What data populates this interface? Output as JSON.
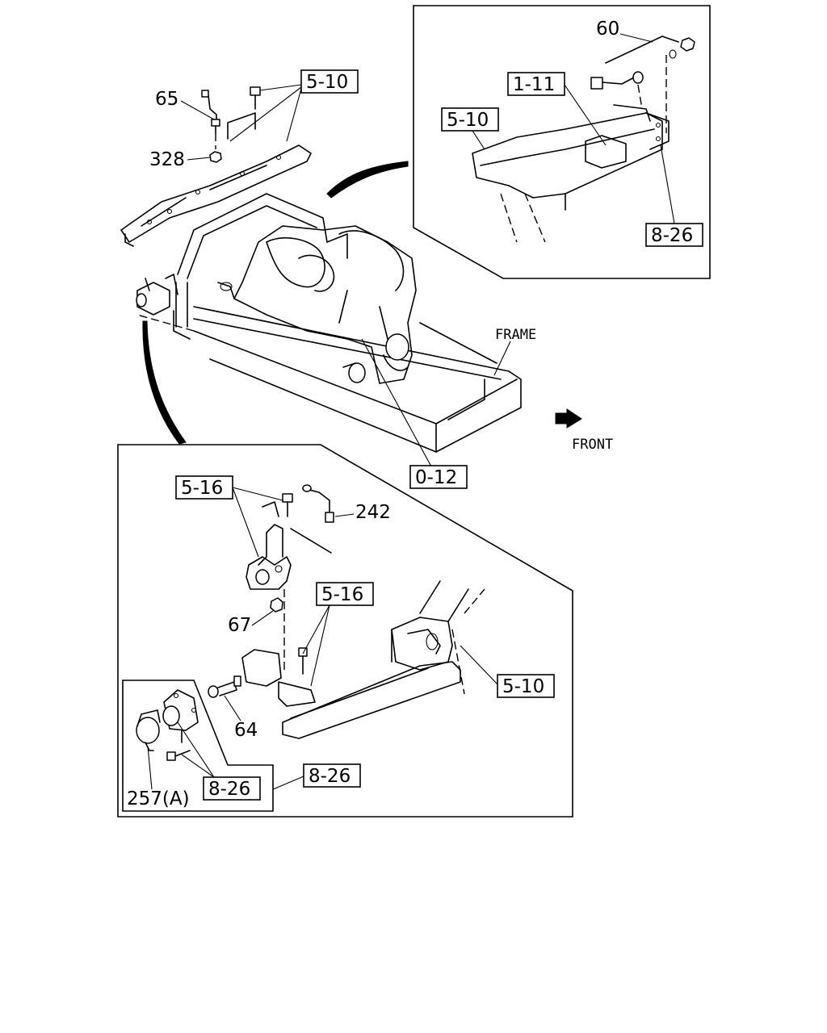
{
  "labels": {
    "frame": "FRAME",
    "front": "FRONT"
  },
  "callouts": {
    "p65": "65",
    "p328": "328",
    "p60": "60",
    "p242": "242",
    "p67": "67",
    "p64": "64",
    "p257a": "257(A)"
  },
  "refs": {
    "r_5_10_top": "5-10",
    "r_1_11": "1-11",
    "r_5_10_inset": "5-10",
    "r_8_26_inset": "8-26",
    "r_0_12": "0-12",
    "r_5_16_a": "5-16",
    "r_5_16_b": "5-16",
    "r_5_10_bottom": "5-10",
    "r_8_26_bottom": "8-26",
    "r_8_26_sub": "8-26"
  }
}
